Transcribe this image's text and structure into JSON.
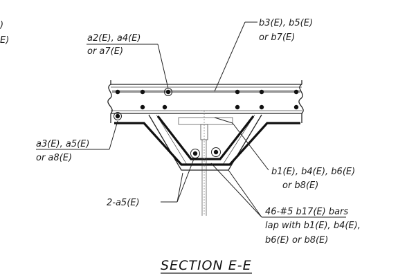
{
  "title": "SECTION E-E",
  "edge_fragments": {
    "top": ")",
    "middle": "E)"
  },
  "labels": {
    "a2_a4_a7": {
      "line1": "a2(E), a4(E)",
      "line2": "or a7(E)"
    },
    "b3_b5_b7": {
      "line1": "b3(E), b5(E)",
      "line2": "or b7(E)"
    },
    "a3_a5_a8": {
      "line1": "a3(E), a5(E)",
      "line2": "or a8(E)"
    },
    "b1_b4_b6_b8": {
      "line1": "b1(E), b4(E), b6(E)",
      "line2": "or b8(E)"
    },
    "two_a5": "2-a5(E)",
    "bars_46": {
      "line1": "46-#5 b17(E) bars",
      "line2": "lap with b1(E), b4(E),",
      "line3": "b6(E) or b8(E)"
    }
  }
}
